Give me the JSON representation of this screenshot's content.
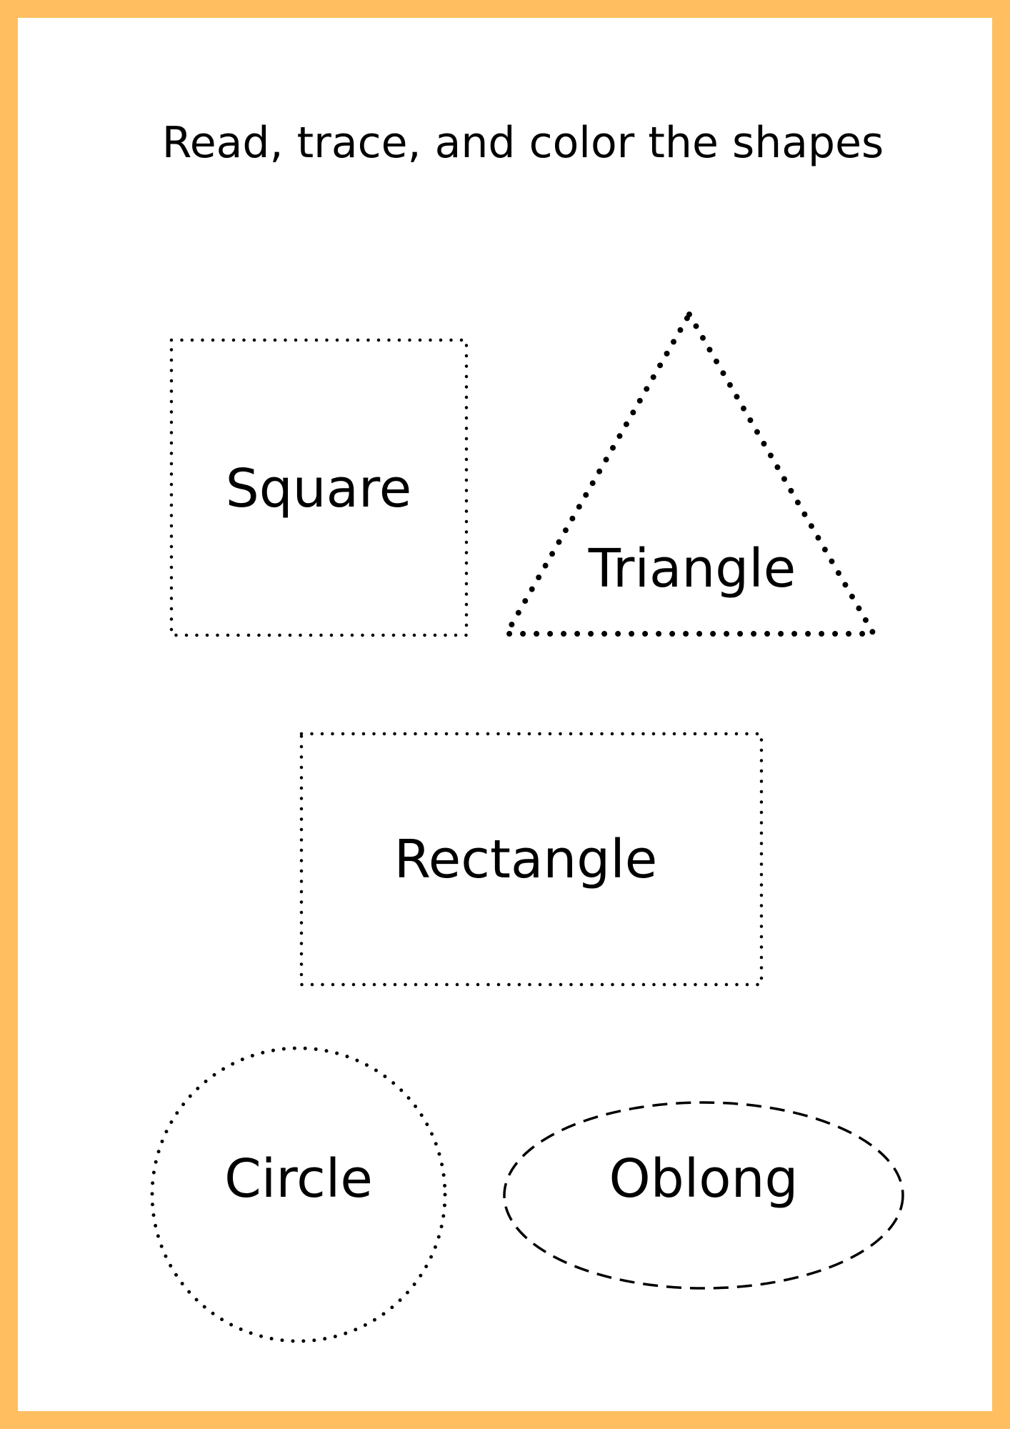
{
  "worksheet": {
    "title": "Read, trace, and color the shapes",
    "border_color": "#ffbf60",
    "shapes": [
      {
        "name": "Square",
        "outline": "dotted"
      },
      {
        "name": "Triangle",
        "outline": "dotted"
      },
      {
        "name": "Rectangle",
        "outline": "dotted"
      },
      {
        "name": "Circle",
        "outline": "dotted"
      },
      {
        "name": "Oblong",
        "outline": "dashed"
      }
    ]
  }
}
